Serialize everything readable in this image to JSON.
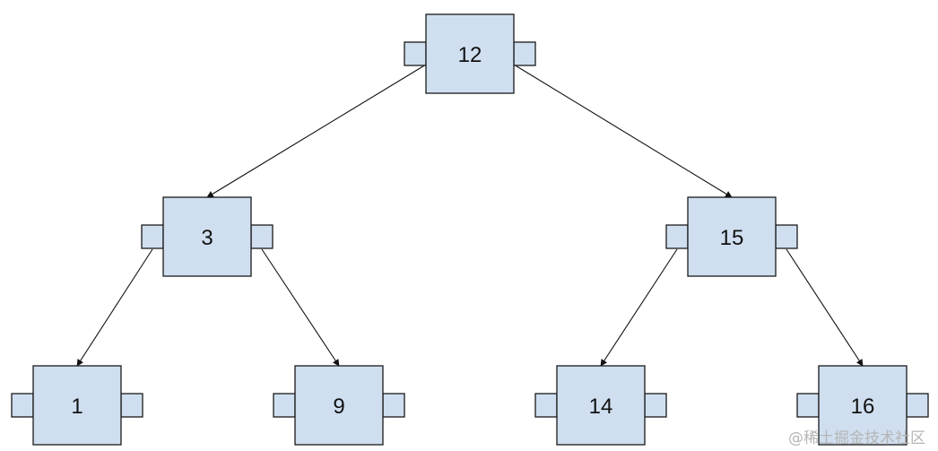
{
  "diagram": {
    "type": "binary-search-tree",
    "colors": {
      "node_fill": "#cfdff0",
      "node_stroke": "#1a1a1a",
      "edge": "#111111"
    },
    "nodes": [
      {
        "id": "n12",
        "value": "12"
      },
      {
        "id": "n3",
        "value": "3"
      },
      {
        "id": "n15",
        "value": "15"
      },
      {
        "id": "n1",
        "value": "1"
      },
      {
        "id": "n9",
        "value": "9"
      },
      {
        "id": "n14",
        "value": "14"
      },
      {
        "id": "n16",
        "value": "16"
      }
    ],
    "edges": [
      {
        "from": "n12",
        "to": "n3",
        "side": "left"
      },
      {
        "from": "n12",
        "to": "n15",
        "side": "right"
      },
      {
        "from": "n3",
        "to": "n1",
        "side": "left"
      },
      {
        "from": "n3",
        "to": "n9",
        "side": "right"
      },
      {
        "from": "n15",
        "to": "n14",
        "side": "left"
      },
      {
        "from": "n15",
        "to": "n16",
        "side": "right"
      }
    ]
  },
  "watermark": {
    "text": "@稀土掘金技术社区"
  }
}
